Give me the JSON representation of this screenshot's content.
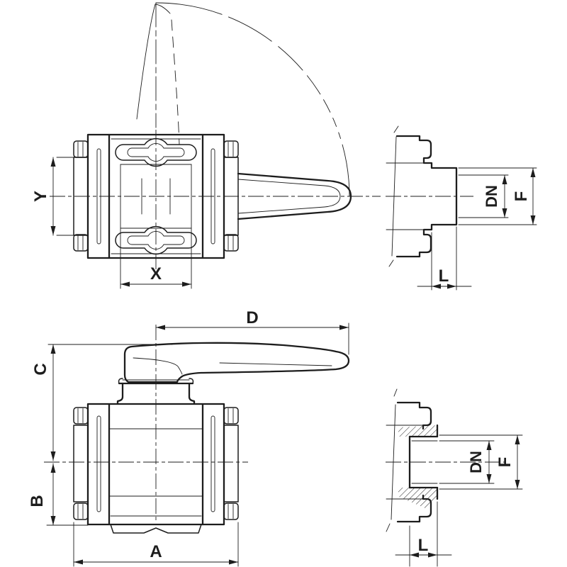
{
  "drawing": {
    "kind": "technical-line-drawing",
    "views": {
      "top_plan": {
        "dims": {
          "y": "Y",
          "x": "X"
        }
      },
      "top_end": {
        "dims": {
          "dn": "DN",
          "f": "F",
          "l": "L"
        }
      },
      "front": {
        "dims": {
          "d": "D",
          "c": "C",
          "b": "B",
          "a": "A"
        }
      },
      "front_end_section": {
        "dims": {
          "dn": "DN",
          "f": "F",
          "l": "L"
        }
      }
    }
  },
  "colors": {
    "line": "#1d1d1d",
    "background": "#ffffff"
  }
}
